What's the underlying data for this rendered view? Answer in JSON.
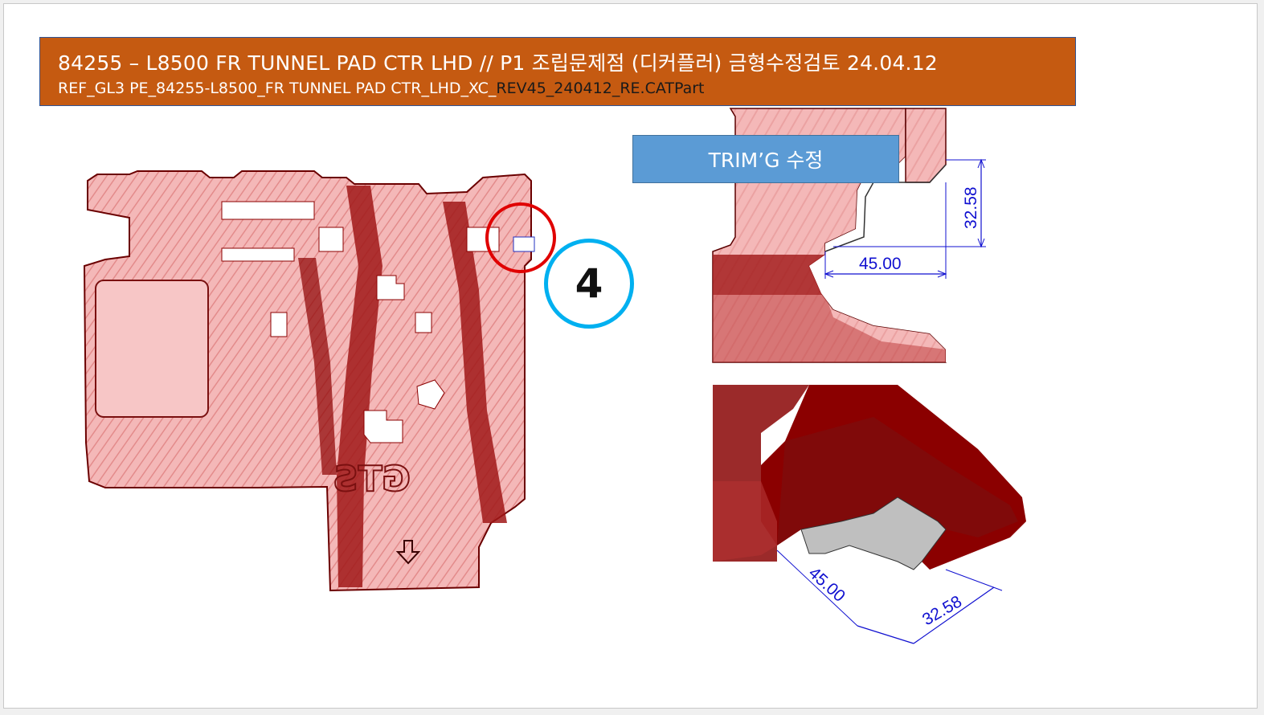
{
  "header": {
    "title": "84255 – L8500 FR TUNNEL PAD CTR LHD // P1 조립문제점 (디커플러) 금형수정검토 24.04.12",
    "ref_prefix": "REF_GL3 PE_84255-L8500_FR TUNNEL PAD CTR_LHD_XC_",
    "ref_suffix": "REV45_240412_RE.CATPart"
  },
  "callout": {
    "trim_label": "TRIM’G 수정",
    "number": "4"
  },
  "dimensions": {
    "top_vertical": "32.58",
    "top_horizontal": "45.00",
    "iso_left": "45.00",
    "iso_right": "32.58"
  },
  "part_emboss": "GTS",
  "colors": {
    "header_bg": "#c55a11",
    "label_bg": "#5b9bd5",
    "circle_red": "#e00000",
    "circle_blue": "#00b0f0",
    "dim_blue": "#1010d0",
    "part_pink": "#f4b8b8",
    "part_red": "#8b0000"
  }
}
